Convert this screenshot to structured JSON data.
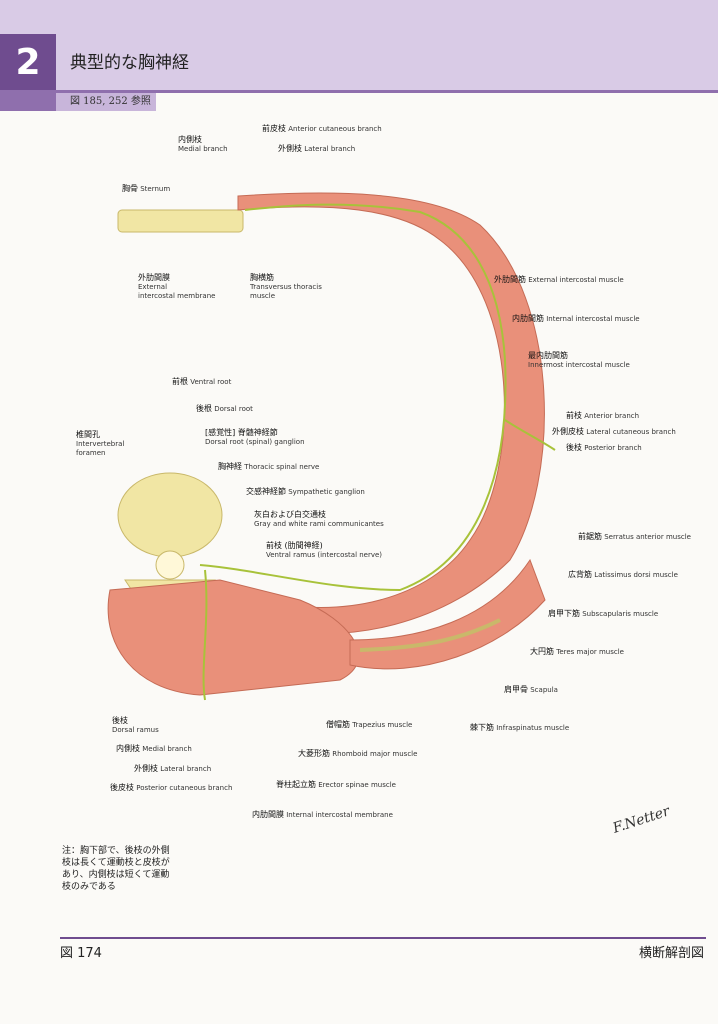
{
  "header": {
    "chapter_number": "2",
    "title": "典型的な胸神経",
    "reference": "図 185, 252 参照"
  },
  "labels": {
    "anterior_cutaneous": {
      "ja": "前皮枝",
      "en": "Anterior cutaneous branch"
    },
    "medial_branch_top": {
      "ja": "内側枝",
      "en": "Medial branch"
    },
    "lateral_branch_top": {
      "ja": "外側枝",
      "en": "Lateral branch"
    },
    "sternum": {
      "ja": "胸骨",
      "en": "Sternum"
    },
    "ext_intercostal_membrane": {
      "ja": "外肋間膜",
      "en1": "External",
      "en2": "intercostal membrane"
    },
    "transversus_thoracis": {
      "ja": "胸横筋",
      "en1": "Transversus thoracis",
      "en2": "muscle"
    },
    "external_intercostal": {
      "ja": "外肋間筋",
      "en": "External intercostal muscle"
    },
    "internal_intercostal": {
      "ja": "内肋間筋",
      "en": "Internal intercostal muscle"
    },
    "innermost_intercostal": {
      "ja": "最内肋間筋",
      "en": "Innermost intercostal muscle"
    },
    "ventral_root": {
      "ja": "前根",
      "en": "Ventral root"
    },
    "dorsal_root": {
      "ja": "後根",
      "en": "Dorsal root"
    },
    "dorsal_root_ganglion": {
      "ja": "[感覚性] 脊髄神経節",
      "en": "Dorsal root (spinal) ganglion"
    },
    "intervertebral_foramen": {
      "ja": "椎間孔",
      "en1": "Intervertebral",
      "en2": "foramen"
    },
    "thoracic_spinal_nerve": {
      "ja": "胸神経",
      "en": "Thoracic spinal nerve"
    },
    "sympathetic_ganglion": {
      "ja": "交感神経節",
      "en": "Sympathetic ganglion"
    },
    "rami_communicantes": {
      "ja": "灰白および白交通枝",
      "en": "Gray and white rami communicantes"
    },
    "ventral_ramus": {
      "ja": "前枝 (肋間神経)",
      "en": "Ventral ramus (intercostal nerve)"
    },
    "anterior_branch": {
      "ja": "前枝",
      "en": "Anterior branch"
    },
    "lateral_cutaneous": {
      "ja": "外側皮枝",
      "en": "Lateral cutaneous branch"
    },
    "posterior_branch": {
      "ja": "後枝",
      "en": "Posterior branch"
    },
    "serratus_anterior": {
      "ja": "前鋸筋",
      "en": "Serratus anterior muscle"
    },
    "latissimus_dorsi": {
      "ja": "広背筋",
      "en": "Latissimus dorsi muscle"
    },
    "subscapularis": {
      "ja": "肩甲下筋",
      "en": "Subscapularis muscle"
    },
    "teres_major": {
      "ja": "大円筋",
      "en": "Teres major muscle"
    },
    "scapula": {
      "ja": "肩甲骨",
      "en": "Scapula"
    },
    "infraspinatus": {
      "ja": "棘下筋",
      "en": "Infraspinatus muscle"
    },
    "trapezius": {
      "ja": "僧帽筋",
      "en": "Trapezius muscle"
    },
    "rhomboid_major": {
      "ja": "大菱形筋",
      "en": "Rhomboid major muscle"
    },
    "erector_spinae": {
      "ja": "脊柱起立筋",
      "en": "Erector spinae muscle"
    },
    "dorsal_ramus": {
      "ja": "後枝",
      "en": "Dorsal ramus"
    },
    "medial_branch_bottom": {
      "ja": "内側枝",
      "en": "Medial branch"
    },
    "lateral_branch_bottom": {
      "ja": "外側枝",
      "en": "Lateral branch"
    },
    "posterior_cutaneous": {
      "ja": "後皮枝",
      "en": "Posterior cutaneous branch"
    },
    "internal_intercostal_membrane": {
      "ja": "内肋間膜",
      "en": "Internal intercostal membrane"
    }
  },
  "note": "注：胸下部で、後枝の外側\n枝は長くて運動枝と皮枝が\nあり、内側枝は短くて運動\n枝のみである",
  "footer": {
    "figure": "図 174",
    "section": "横断解剖図"
  },
  "signature": "F.Netter",
  "colors": {
    "muscle": "#e9907a",
    "nerve": "#a8c23a",
    "bone": "#f1e6a4",
    "accent": "#6f4c8f"
  }
}
